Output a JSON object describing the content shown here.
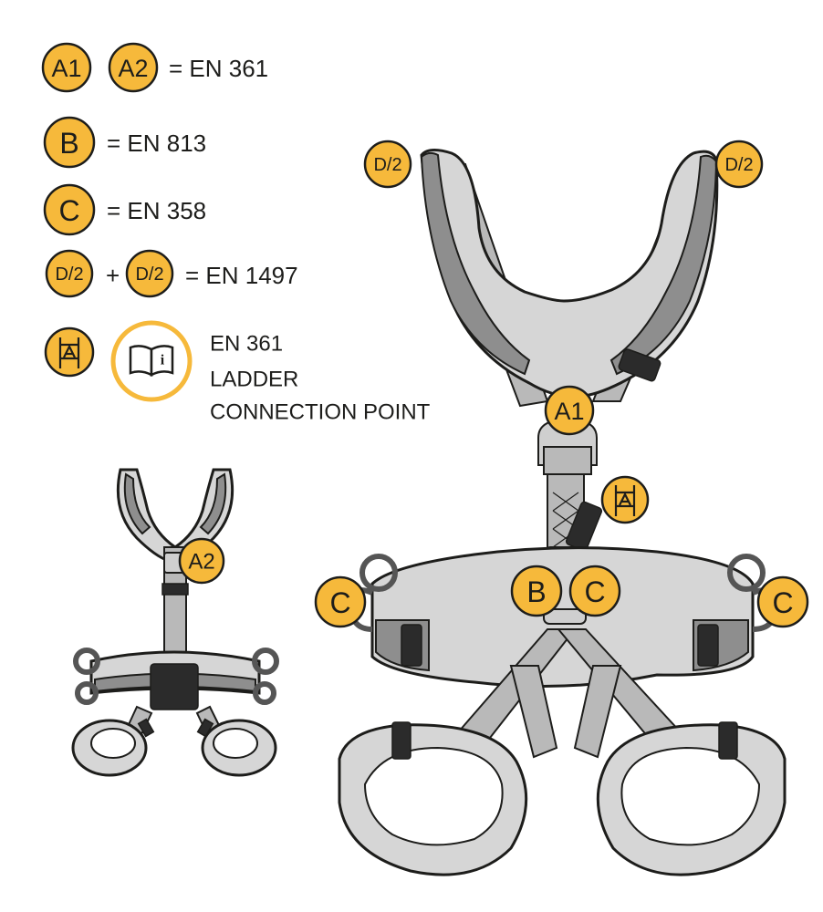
{
  "legend": {
    "row1": {
      "badges": [
        "A1",
        "A2"
      ],
      "text": "= EN 361"
    },
    "row2": {
      "badges": [
        "B"
      ],
      "text": "= EN 813"
    },
    "row3": {
      "badges": [
        "C"
      ],
      "text": "= EN 358"
    },
    "row4": {
      "badges": [
        "D/2",
        "D/2"
      ],
      "plus": "+",
      "text": "= EN 1497"
    },
    "row5": {
      "icon": "ladder-icon",
      "book_icon": "manual-info-icon",
      "line1": "EN 361",
      "line2": "LADDER",
      "line3": "CONNECTION POINT"
    }
  },
  "callouts": {
    "small_a2": "A2",
    "d2_left": "D/2",
    "d2_right": "D/2",
    "a1": "A1",
    "b": "B",
    "c_center": "C",
    "c_left": "C",
    "c_right": "C"
  },
  "colors": {
    "badge_fill": "#F6B93B",
    "outline": "#1d1d1b",
    "strap": "#b9b9b9",
    "pad": "#d6d6d6"
  }
}
